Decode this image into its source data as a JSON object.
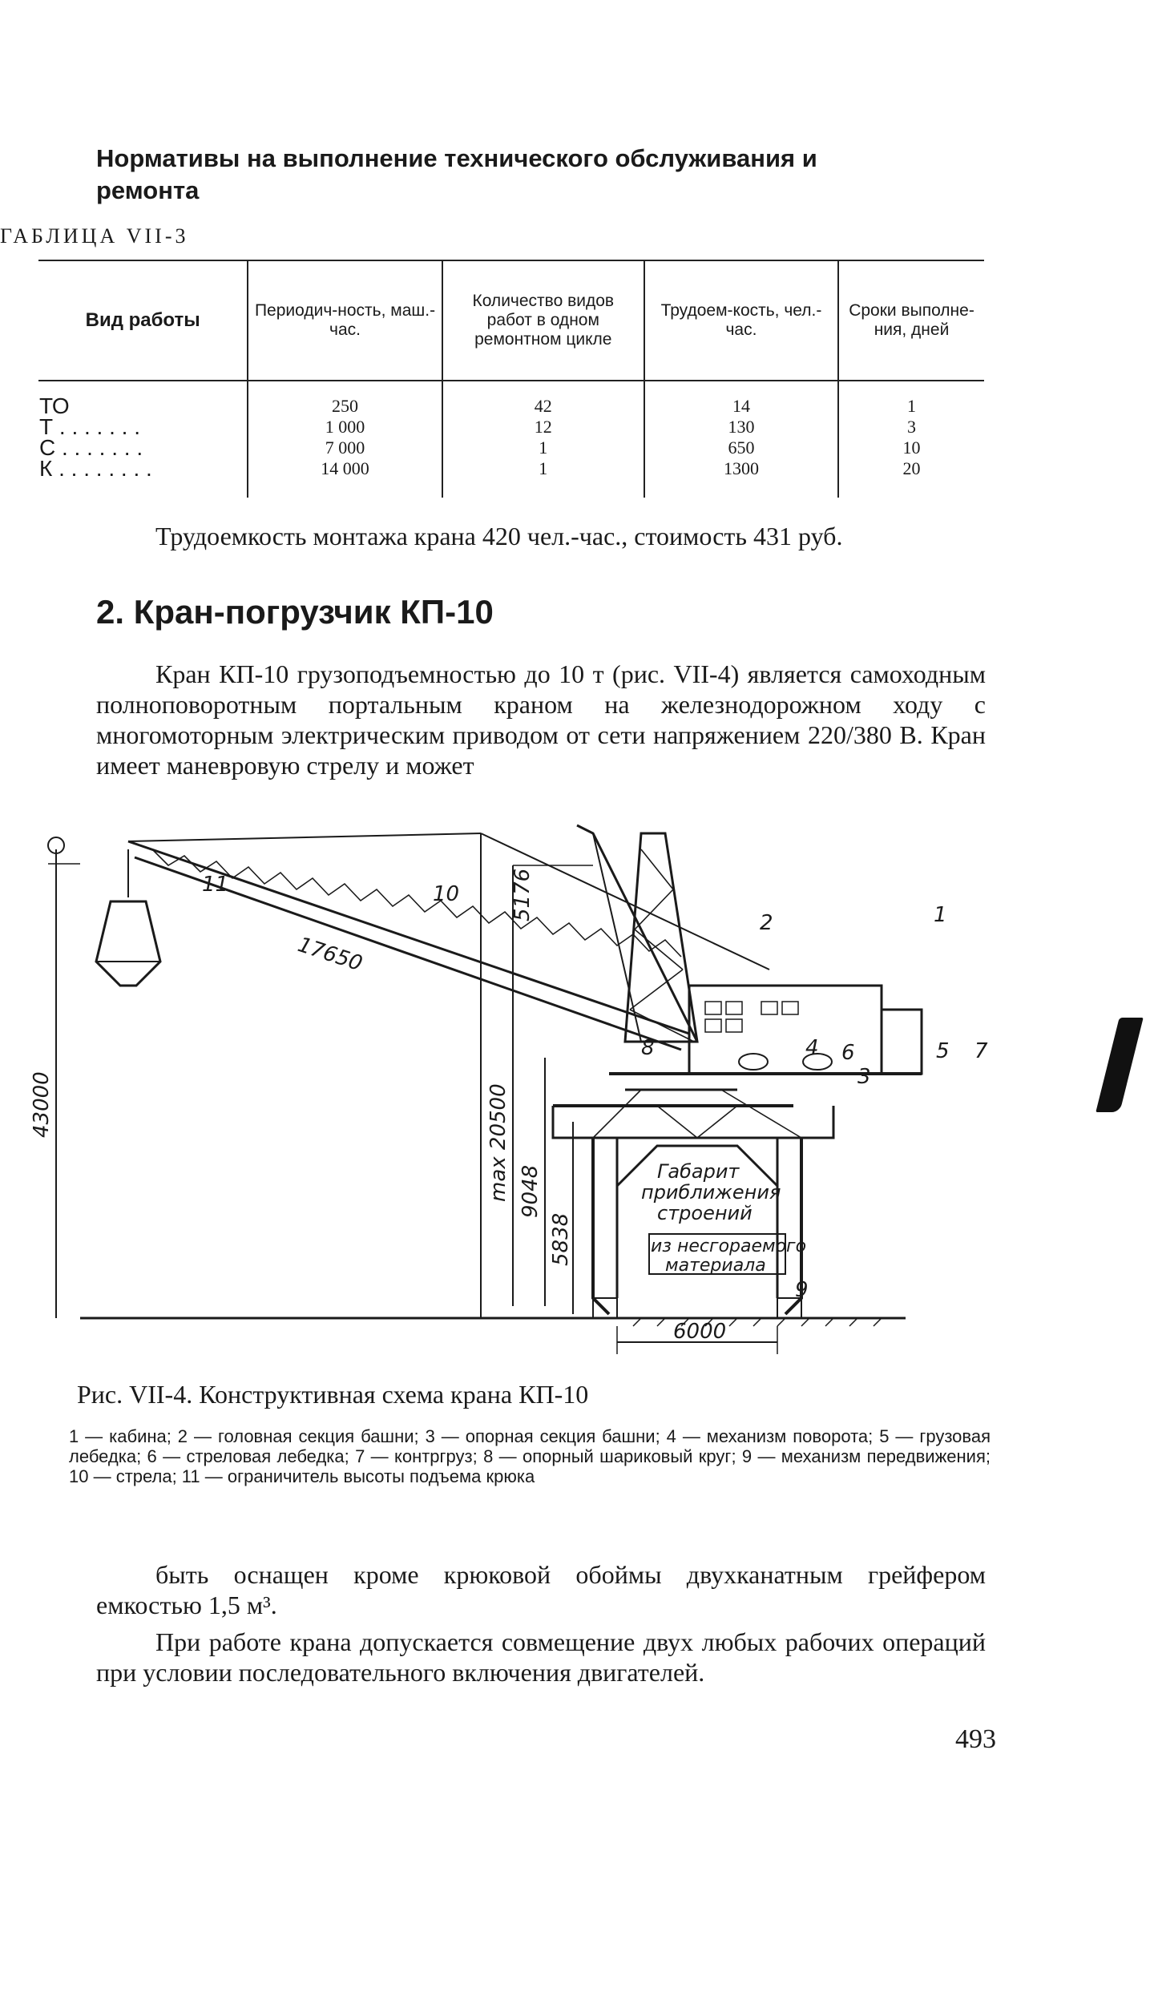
{
  "heading": "Нормативы на выполнение технического обслуживания и ремонта",
  "table_label": "ГАБЛИЦА VII-3",
  "table": {
    "headers": [
      "Вид работы",
      "Периодич-ность, маш.-час.",
      "Количество видов работ в одном ремонтном цикле",
      "Трудоем-кость, чел.-час.",
      "Сроки выполне-ния, дней"
    ],
    "rows": [
      {
        "kind": "ТО",
        "period": "250",
        "count": "42",
        "labor": "14",
        "days": "1"
      },
      {
        "kind": "Т . . . . . . .",
        "period": "1 000",
        "count": "12",
        "labor": "130",
        "days": "3"
      },
      {
        "kind": "С . . . . . . .",
        "period": "7 000",
        "count": "1",
        "labor": "650",
        "days": "10"
      },
      {
        "kind": "К . . . . . . . .",
        "period": "14 000",
        "count": "1",
        "labor": "1300",
        "days": "20"
      }
    ]
  },
  "note": "Трудоемкость монтажа крана 420 чел.-час., стоимость 431 руб.",
  "section_title": "2. Кран-погрузчик КП-10",
  "para1": "Кран КП-10 грузоподъемностью до 10 т (рис. VII-4) является самоходным полноповоротным портальным краном на железнодорожном ходу с многомоторным электрическим приводом от сети напряжением 220/380 В. Кран имеет маневровую стрелу и может",
  "figure": {
    "dims": {
      "d17650": "17650",
      "d5176": "5176",
      "d20500": "max 20500",
      "d9048": "9048",
      "d5838": "5838",
      "d43000": "43000",
      "d6000": "6000"
    },
    "gabarit": [
      "Габарит",
      "приближения",
      "строений",
      "из несгораемого",
      "материала"
    ],
    "numbers": {
      "n1": "1",
      "n2": "2",
      "n3": "3",
      "n4": "4",
      "n5": "5",
      "n6": "6",
      "n7": "7",
      "n8": "8",
      "n9": "9",
      "n10": "10",
      "n11": "11"
    }
  },
  "caption": "Рис. VII-4. Конструктивная схема крана КП-10",
  "legend": "1 — кабина; 2 — головная секция башни; 3 — опорная секция башни; 4 — механизм поворота; 5 — грузовая лебедка; 6 — стреловая лебедка; 7 — контргруз; 8 — опорный шариковый круг; 9 — механизм передвижения; 10 — стрела; 11 — ограничитель высоты подъема крюка",
  "para2": "быть оснащен кроме крюковой обоймы двухканатным грейфером емкостью 1,5 м³.",
  "para3": "При работе крана допускается совмещение двух любых рабочих операций при условии последовательного включения двигателей.",
  "page_number": "493"
}
